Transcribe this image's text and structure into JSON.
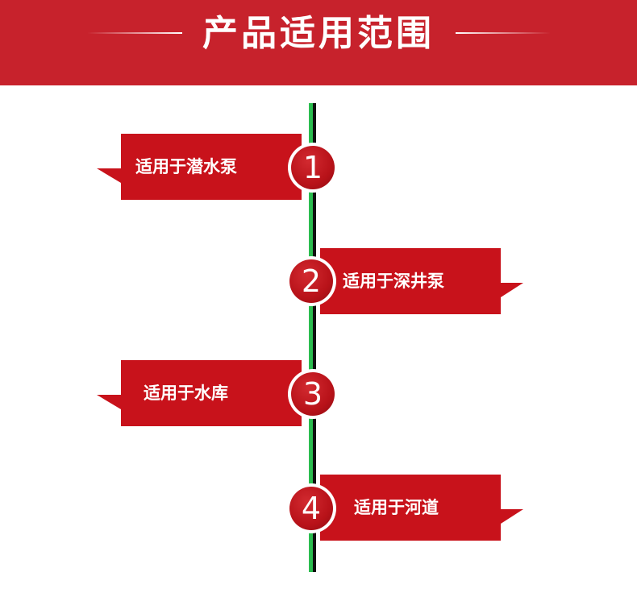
{
  "header": {
    "title": "产品适用范围"
  },
  "items": [
    {
      "number": "1",
      "label": "适用于潜水泵"
    },
    {
      "number": "2",
      "label": "适用于深井泵"
    },
    {
      "number": "3",
      "label": "适用于水库"
    },
    {
      "number": "4",
      "label": "适用于河道"
    }
  ],
  "colors": {
    "header_red": "#c7222c",
    "flag_red": "#c8121b",
    "timeline_green": "#2bbd4f"
  }
}
